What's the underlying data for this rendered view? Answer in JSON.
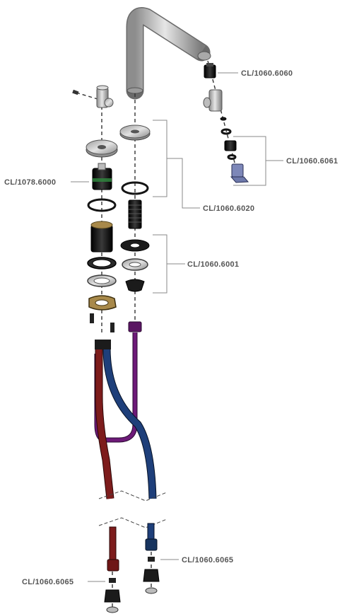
{
  "labels": {
    "spout_connector": "CL/1060.6060",
    "spout_aerator": "CL/1060.6061",
    "cartridge": "CL/1078.6000",
    "riser_set": "CL/1060.6020",
    "mounting_set": "CL/1060.6001",
    "hose_fitting_right": "CL/1060.6065",
    "hose_fitting_left": "CL/1060.6065"
  },
  "colors": {
    "hot_hose": "#7d1c1c",
    "cold_hose": "#1e3f7a",
    "outlet_hose": "#6d1a78",
    "chrome": "#c7c7c7",
    "black_part": "#1b1b1b",
    "gold_washer": "#a8894a",
    "leader_line": "#8a8a8a",
    "label_text": "#555555"
  }
}
